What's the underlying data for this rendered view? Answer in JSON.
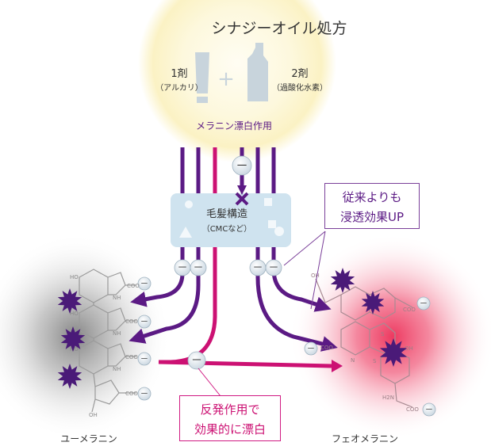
{
  "title": "シナジーオイル処方",
  "agent1": {
    "label": "1剤",
    "sub": "（アルカリ）"
  },
  "agent2": {
    "label": "2剤",
    "sub": "（過酸化水素）"
  },
  "plus": "+",
  "melanin_bleach": "メラニン漂白作用",
  "hair_structure": {
    "label": "毛髪構造",
    "sub": "（CMCなど）"
  },
  "callout_penetration": {
    "line1": "従来よりも",
    "line2": "浸透効果UP"
  },
  "callout_reaction": {
    "line1": "反発作用で",
    "line2": "効果的に漂白"
  },
  "eumelanin": "ユーメラニン",
  "pheomelanin": "フェオメラニン",
  "charge_minus": "－",
  "chem_coo": "COO",
  "chem_ho": "HO",
  "chem_oh": "OH",
  "chem_nh": "NH",
  "chem_n": "N",
  "chem_s": "S",
  "chem_h2n": "H2N",
  "colors": {
    "purple": "#5b1a84",
    "magenta": "#cc1173",
    "callout_purple": "#7a3f99",
    "callout_magenta": "#d01a82",
    "glow_yellow": "#fbf3c8",
    "glow_red": "#ee3b62",
    "hair_box": "#cfe3ef",
    "bottle": "#c8d4dc"
  }
}
